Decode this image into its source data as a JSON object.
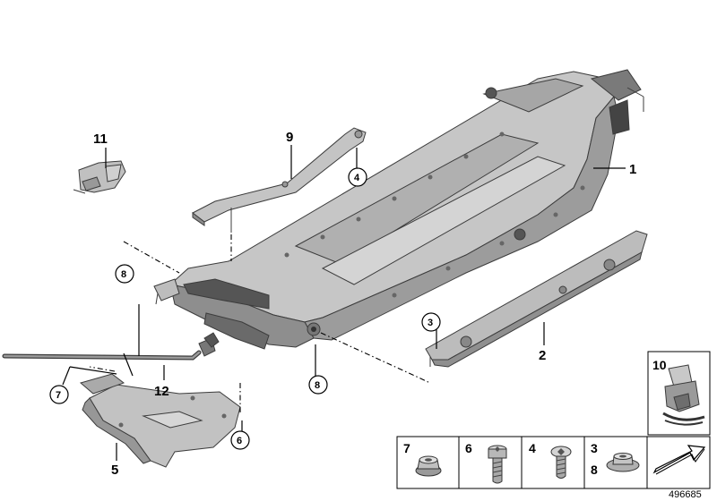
{
  "diagram": {
    "callouts": {
      "c1": "1",
      "c2": "2",
      "c5": "5",
      "c9": "9",
      "c11": "11",
      "c12": "12"
    },
    "circled_callouts": {
      "c3": "3",
      "c4": "4",
      "c6": "6",
      "c7": "7",
      "c8a": "8",
      "c8b": "8"
    },
    "inset_label": "10",
    "fastener_kit": {
      "items": [
        {
          "label": "7",
          "icon": "flange-nut-icon"
        },
        {
          "label": "6",
          "icon": "torx-bolt-icon"
        },
        {
          "label": "4",
          "icon": "torx-screw-icon"
        },
        {
          "label": "3",
          "label2": "8",
          "icon": "washer-nut-icon"
        }
      ],
      "arrow_icon": "direction-arrow-icon"
    },
    "reference_number": "496685",
    "colors": {
      "part_fill": "#b4b4b4",
      "part_dark": "#8a8a8a",
      "part_light": "#d2d2d2",
      "line": "#000000"
    }
  }
}
